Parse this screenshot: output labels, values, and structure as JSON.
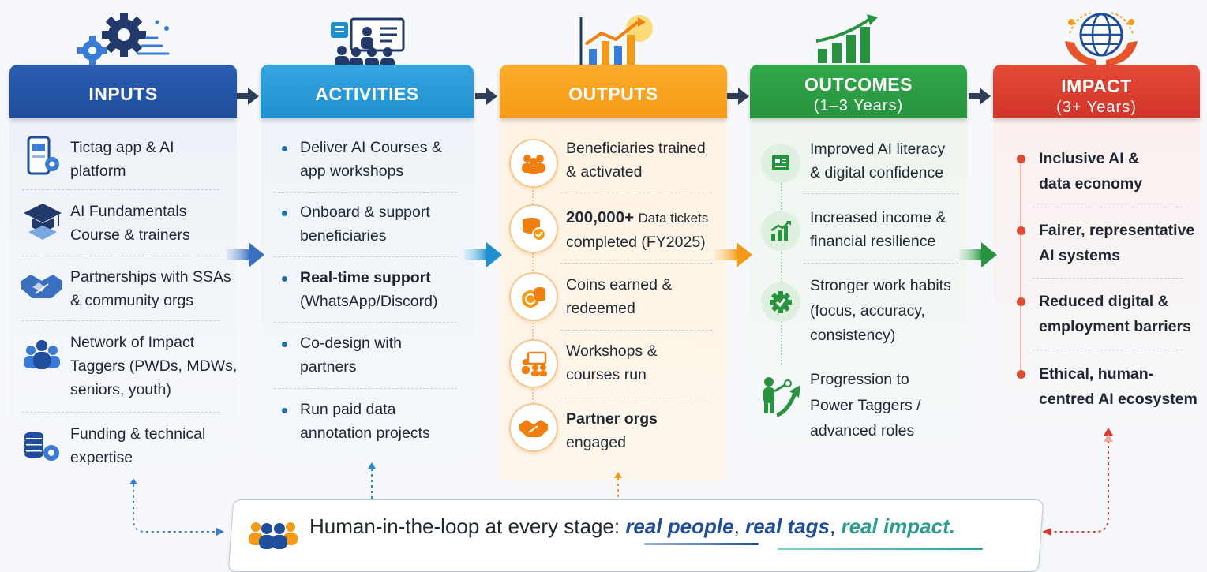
{
  "colors": {
    "inputs": "#1f4e9c",
    "activities": "#1f8fcf",
    "outputs": "#f59a16",
    "outcomes": "#27933f",
    "impact": "#d9382b"
  },
  "columns": {
    "inputs": {
      "title": "INPUTS",
      "items": [
        {
          "icon": "mobile-app-icon",
          "text": "Tictag app & AI platform"
        },
        {
          "icon": "graduation-cap-icon",
          "text": "AI Fundamentals Course & trainers"
        },
        {
          "icon": "handshake-icon",
          "text": "Partnerships with SSAs & community orgs"
        },
        {
          "icon": "people-group-icon",
          "text": "Network of Impact Taggers (PWDs, MDWs, seniors, youth)"
        },
        {
          "icon": "coins-gear-icon",
          "text": "Funding & technical expertise"
        }
      ]
    },
    "activities": {
      "title": "ACTIVITIES",
      "items": [
        {
          "line1": "Deliver AI Courses &",
          "line2": "app workshops"
        },
        {
          "line1": "Onboard & support",
          "line2": "beneficiaries"
        },
        {
          "line1": "Real-time support",
          "line2": "(WhatsApp/Discord)"
        },
        {
          "line1": "Co-design with",
          "line2": "partners"
        },
        {
          "line1": "Run paid data",
          "line2": "annotation projects"
        }
      ]
    },
    "outputs": {
      "title": "OUTPUTS",
      "items": [
        {
          "icon": "people-icon",
          "line1": "Beneficiaries trained",
          "line2": "& activated"
        },
        {
          "icon": "coin-stack-icon",
          "highlight": "200,000+",
          "line1": "Data tickets",
          "line2": "completed (FY2025)"
        },
        {
          "icon": "coins-icon",
          "line1": "Coins earned &",
          "line2": "redeemed"
        },
        {
          "icon": "workshop-icon",
          "line1": "Workshops &",
          "line2": "courses run"
        },
        {
          "icon": "handshake-icon",
          "line1": "Partner orgs",
          "line2": "engaged"
        }
      ]
    },
    "outcomes": {
      "title": "OUTCOMES",
      "subtitle": "(1–3 Years)",
      "items": [
        {
          "icon": "certificate-icon",
          "line1": "Improved AI literacy",
          "line2": "& digital confidence"
        },
        {
          "icon": "growth-chart-icon",
          "line1": "Increased income &",
          "line2": "financial resilience"
        },
        {
          "icon": "gear-check-icon",
          "line1": "Stronger work habits",
          "line2": "(focus, accuracy,",
          "line3": "consistency)"
        },
        {
          "icon": "person-arrow-icon",
          "line1": "Progression to",
          "line2": "Power Taggers /",
          "line3": "advanced roles"
        }
      ]
    },
    "impact": {
      "title": "IMPACT",
      "subtitle": "(3+ Years)",
      "items": [
        {
          "line1": "Inclusive AI &",
          "line2": "data economy"
        },
        {
          "line1": "Fairer, representative",
          "line2": "AI systems"
        },
        {
          "line1": "Reduced digital &",
          "line2": "employment barriers"
        },
        {
          "line1": "Ethical, human-",
          "line2": "centred AI ecosystem"
        }
      ]
    }
  },
  "banner": {
    "lead": "Human-in-the-loop at every stage: ",
    "part1": "real people",
    "sep1": ", ",
    "part2": "real tags",
    "sep2": ", ",
    "part3": "real impact."
  }
}
